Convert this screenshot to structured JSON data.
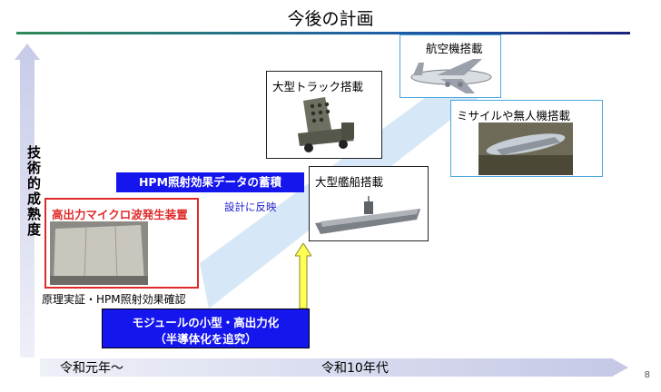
{
  "header": {
    "title": "今後の計画"
  },
  "page_number": "8",
  "axes": {
    "vertical_label": "技術的成熟度",
    "horizontal_start": "令和元年～",
    "horizontal_end": "令和10年代"
  },
  "boxes": {
    "generator": "高出力マイクロ波発生装置",
    "truck": "大型トラック搭載",
    "ship": "大型艦船搭載",
    "aircraft": "航空機搭載",
    "missile": "ミサイルや無人機搭載"
  },
  "labels": {
    "hpm_data": "HPM照射効果データの蓄積",
    "design_reflect": "設計に反映",
    "proof": "原理実証・HPM照射効果確認",
    "module_line1": "モジュールの小型・高出力化",
    "module_line2": "（半導体化を追究）"
  },
  "colors": {
    "accent_blue": "#1515ee",
    "generator_red": "#e02a2a",
    "arrow_yellow": "#ffff55",
    "band_blue": "#cfe3f6"
  }
}
